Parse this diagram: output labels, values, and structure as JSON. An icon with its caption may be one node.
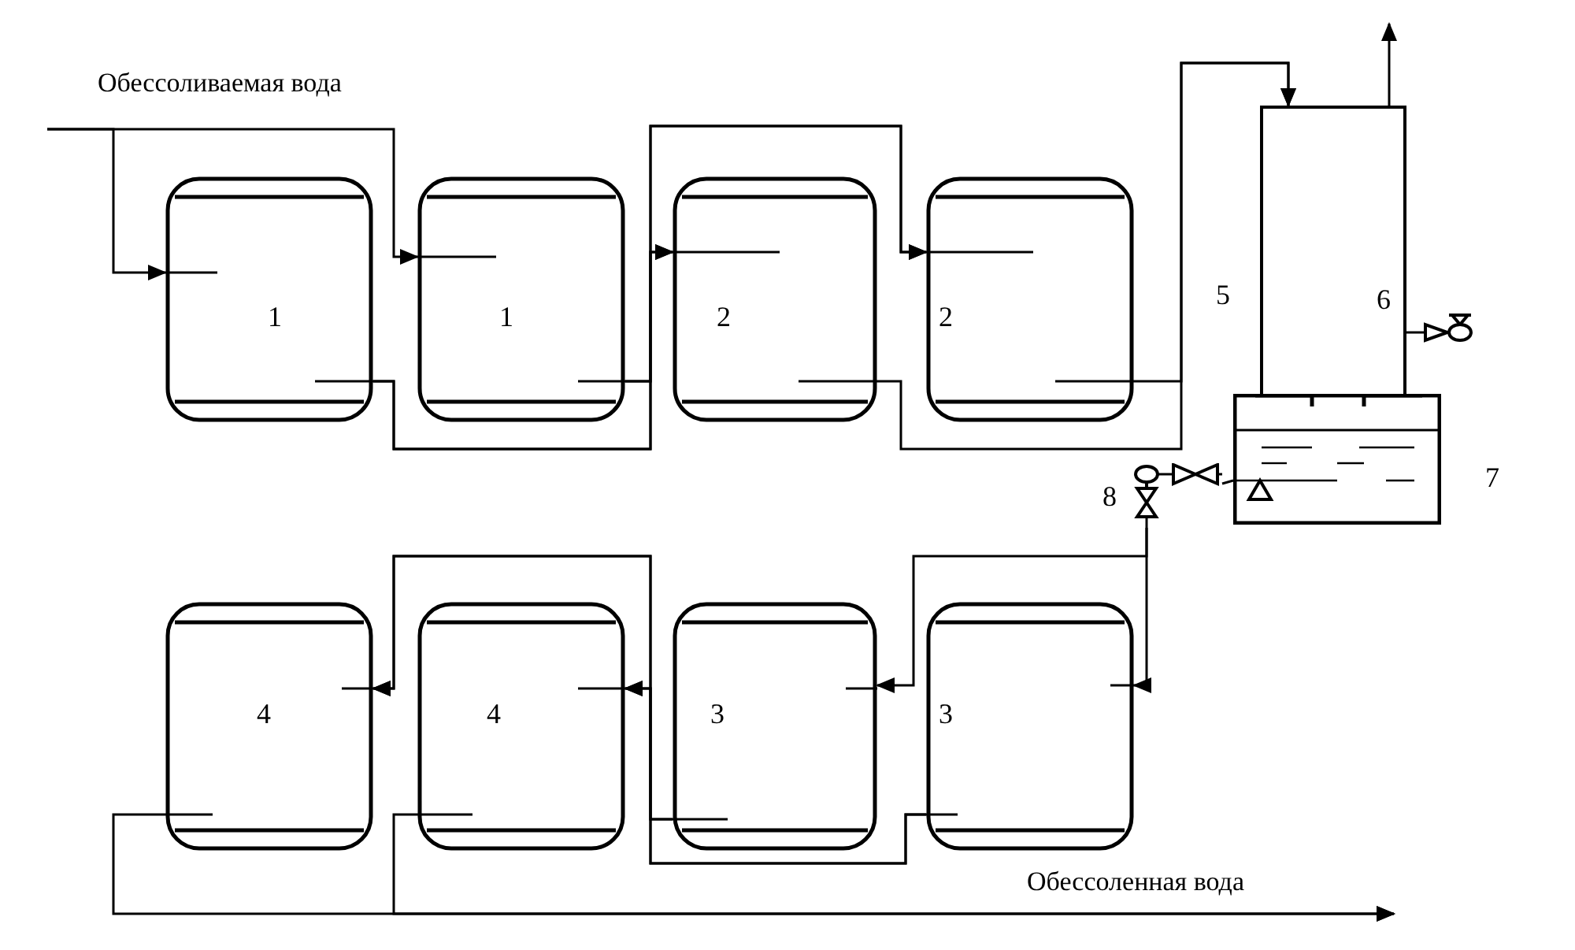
{
  "diagram": {
    "nodes": [
      {
        "text": [
          "1"
        ]
      },
      {
        "text": [
          "1"
        ]
      },
      {
        "text": [
          "2"
        ]
      },
      {
        "text": [
          "2"
        ]
      },
      {
        "text": [
          "6"
        ]
      },
      {
        "text": [
          "7"
        ]
      },
      {
        "text": [
          "8"
        ]
      },
      {
        "text": [
          "4"
        ]
      },
      {
        "text": [
          "4"
        ]
      },
      {
        "text": [
          "3"
        ]
      },
      {
        "text": [
          "3"
        ]
      }
    ],
    "edges": [
      {
        "from": null,
        "to": 0,
        "arrow": "to"
      },
      {
        "from": null,
        "to": 1,
        "arrow": "to"
      },
      {
        "from": 0,
        "to": 2,
        "arrow": "to"
      },
      {
        "from": 0,
        "to": 3,
        "arrow": "to"
      },
      {
        "from": 1,
        "to": 2,
        "arrow": "to"
      },
      {
        "from": 1,
        "to": 3,
        "arrow": "to"
      },
      {
        "from": 2,
        "to": 4,
        "arrow": "to"
      },
      {
        "from": 3,
        "to": 4,
        "arrow": "to"
      },
      {
        "from": 4,
        "to": null,
        "arrow": "to"
      },
      {
        "from": 5,
        "to": 6,
        "arrow": "none"
      },
      {
        "from": 6,
        "to": 10,
        "arrow": "to"
      },
      {
        "from": 6,
        "to": 9,
        "arrow": "to"
      },
      {
        "from": 9,
        "to": 7,
        "arrow": "to"
      },
      {
        "from": 9,
        "to": 8,
        "arrow": "to"
      },
      {
        "from": 10,
        "to": 7,
        "arrow": "to"
      },
      {
        "from": 10,
        "to": 8,
        "arrow": "to"
      },
      {
        "from": 7,
        "to": null,
        "arrow": "to"
      },
      {
        "from": 8,
        "to": null,
        "arrow": "to"
      }
    ],
    "labels": [
      "Обессоливаемая вода",
      "5",
      "Обессоленная вода"
    ]
  }
}
